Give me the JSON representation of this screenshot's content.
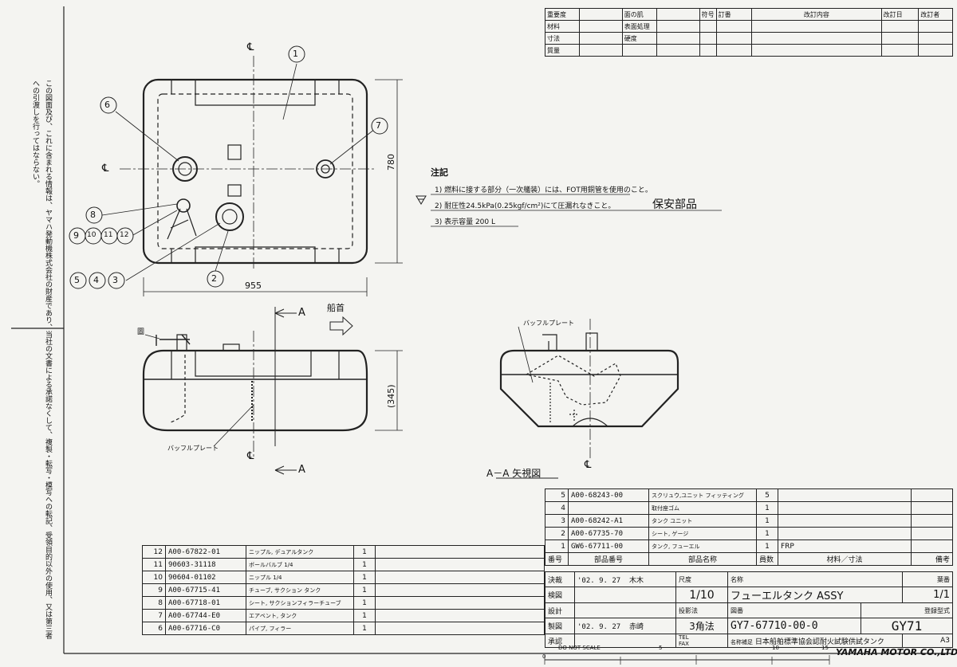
{
  "side_note": "この図面及び、これに含まれる情報は、ヤマハ発動機株式会社の財産であり、当社の文書による承諾なくして、複製・転写・模写への転記、受領目的以外の使用、又は第三者への引渡しを行ってはならない。",
  "revision_block": {
    "left_labels": [
      "重要度",
      "材料",
      "寸法",
      "質量"
    ],
    "mid_labels": [
      "面の肌",
      "表面処理",
      "硬度"
    ],
    "headers": [
      "符号",
      "訂番",
      "改訂内容",
      "改訂日",
      "改訂者"
    ]
  },
  "view_labels": {
    "centerline": "℄",
    "width_dim": "955",
    "height_dim": "780",
    "side_height_dim": "(345)",
    "section_marker": "A",
    "bow_label": "船首",
    "baffle_label": "バッフルプレート",
    "baffle_label_side": "バッフルプレート",
    "section_view_title": "A－A 矢視図",
    "small_label": "圖"
  },
  "balloons": [
    "1",
    "2",
    "3",
    "4",
    "5",
    "6",
    "7",
    "8",
    "9",
    "10",
    "11",
    "12"
  ],
  "notes": {
    "title": "注記",
    "items": [
      "1) 燃料に接する部分（一次艤装）には、FOT用銅管を使用のこと。",
      "2) 耐圧性24.5kPa(0.25kgf/cm²)にて圧漏れなきこと。",
      "3) 表示容量 200 L"
    ],
    "safety": "保安部品"
  },
  "parts_right": [
    {
      "no": "5",
      "code": "A00-68243-00",
      "name": "スクリュウ,ユニット フィッティング",
      "qty": "5",
      "material": ""
    },
    {
      "no": "4",
      "code": "",
      "name": "取付座ゴム",
      "qty": "1",
      "material": ""
    },
    {
      "no": "3",
      "code": "A00-68242-A1",
      "name": "タンク ユニット",
      "qty": "1",
      "material": ""
    },
    {
      "no": "2",
      "code": "A00-67735-70",
      "name": "シート, ゲージ",
      "qty": "1",
      "material": ""
    },
    {
      "no": "1",
      "code": "GW6-67711-00",
      "name": "タンク, フューエル",
      "qty": "1",
      "material": "FRP"
    }
  ],
  "parts_header": [
    "番号",
    "部品番号",
    "部品名称",
    "員数",
    "材料／寸法",
    "備考"
  ],
  "parts_left": [
    {
      "no": "12",
      "code": "A00-67822-01",
      "name": "ニップル, デュアルタンク",
      "qty": "1"
    },
    {
      "no": "11",
      "code": "90603-31118",
      "name": "ボールバルブ 1/4",
      "qty": "1"
    },
    {
      "no": "10",
      "code": "90604-01102",
      "name": "ニップル 1/4",
      "qty": "1"
    },
    {
      "no": "9",
      "code": "A00-67715-41",
      "name": "チューブ, サクション タンク",
      "qty": "1"
    },
    {
      "no": "8",
      "code": "A00-67718-01",
      "name": "シート, サクションフィラーチューブ",
      "qty": "1"
    },
    {
      "no": "7",
      "code": "A00-67744-E0",
      "name": "エアベント, タンク",
      "qty": "1"
    },
    {
      "no": "6",
      "code": "A00-67716-C0",
      "name": "パイプ, フィラー",
      "qty": "1"
    }
  ],
  "title_block": {
    "labels": [
      "決裁",
      "検図",
      "設計",
      "製図",
      "承認"
    ],
    "date1": "'02. 9. 27",
    "sign1": "木木",
    "date2": "'02. 9. 27",
    "sign2": "赤崎",
    "scale_label": "尺度",
    "scale": "1/10",
    "name_label": "名称",
    "name": "フューエルタンク ASSY",
    "sheet_label": "葉番",
    "sheet": "1/1",
    "proj_label": "投影法",
    "proj": "3角法",
    "drawing_no_label": "図番",
    "drawing_no": "GY7-67710-00-0",
    "model_label": "登録型式",
    "model": "GY71",
    "standard_label": "名称補足",
    "standard": "日本船舶標準協会認耐火試験供試タンク",
    "tel": "TEL",
    "fax": "FAX",
    "size": "A3",
    "company": "YAMAHA MOTOR CO.,LTD.",
    "do_not_scale": "DO NOT SCALE",
    "ruler": [
      "0",
      "5",
      "10",
      "15"
    ]
  }
}
